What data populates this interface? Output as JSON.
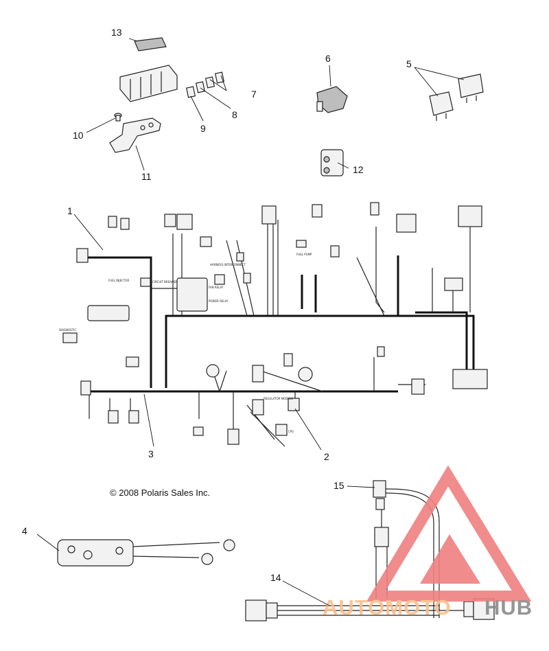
{
  "callouts": {
    "c1": "1",
    "c2": "2",
    "c3": "3",
    "c4": "4",
    "c5": "5",
    "c6": "6",
    "c7": "7",
    "c8": "8",
    "c9": "9",
    "c10": "10",
    "c11": "11",
    "c12": "12",
    "c13": "13",
    "c14": "14",
    "c15": "15"
  },
  "harness_labels": {
    "fuel_injector": "FUEL INJECTOR",
    "diagnostic": "DIAGNOSTIC",
    "circuit_breaker": "CIRCUIT BREAKER",
    "harness_interconnect": "HARNESS INTERCONNECT",
    "fan_relay": "FAN RELAY",
    "power_relay": "POWER RELAY",
    "fuel_pump": "FUEL PUMP",
    "regulator_module": "REGULATOR MODULE",
    "cps": "CPS"
  },
  "copyright": "© 2008 Polaris Sales Inc.",
  "watermark": {
    "text_left": "AUTOMOTO",
    "text_right": "HUB",
    "color_primary": "#f08080",
    "color_secondary": "#fbbf8a",
    "color_dark": "#8a8a8a"
  }
}
